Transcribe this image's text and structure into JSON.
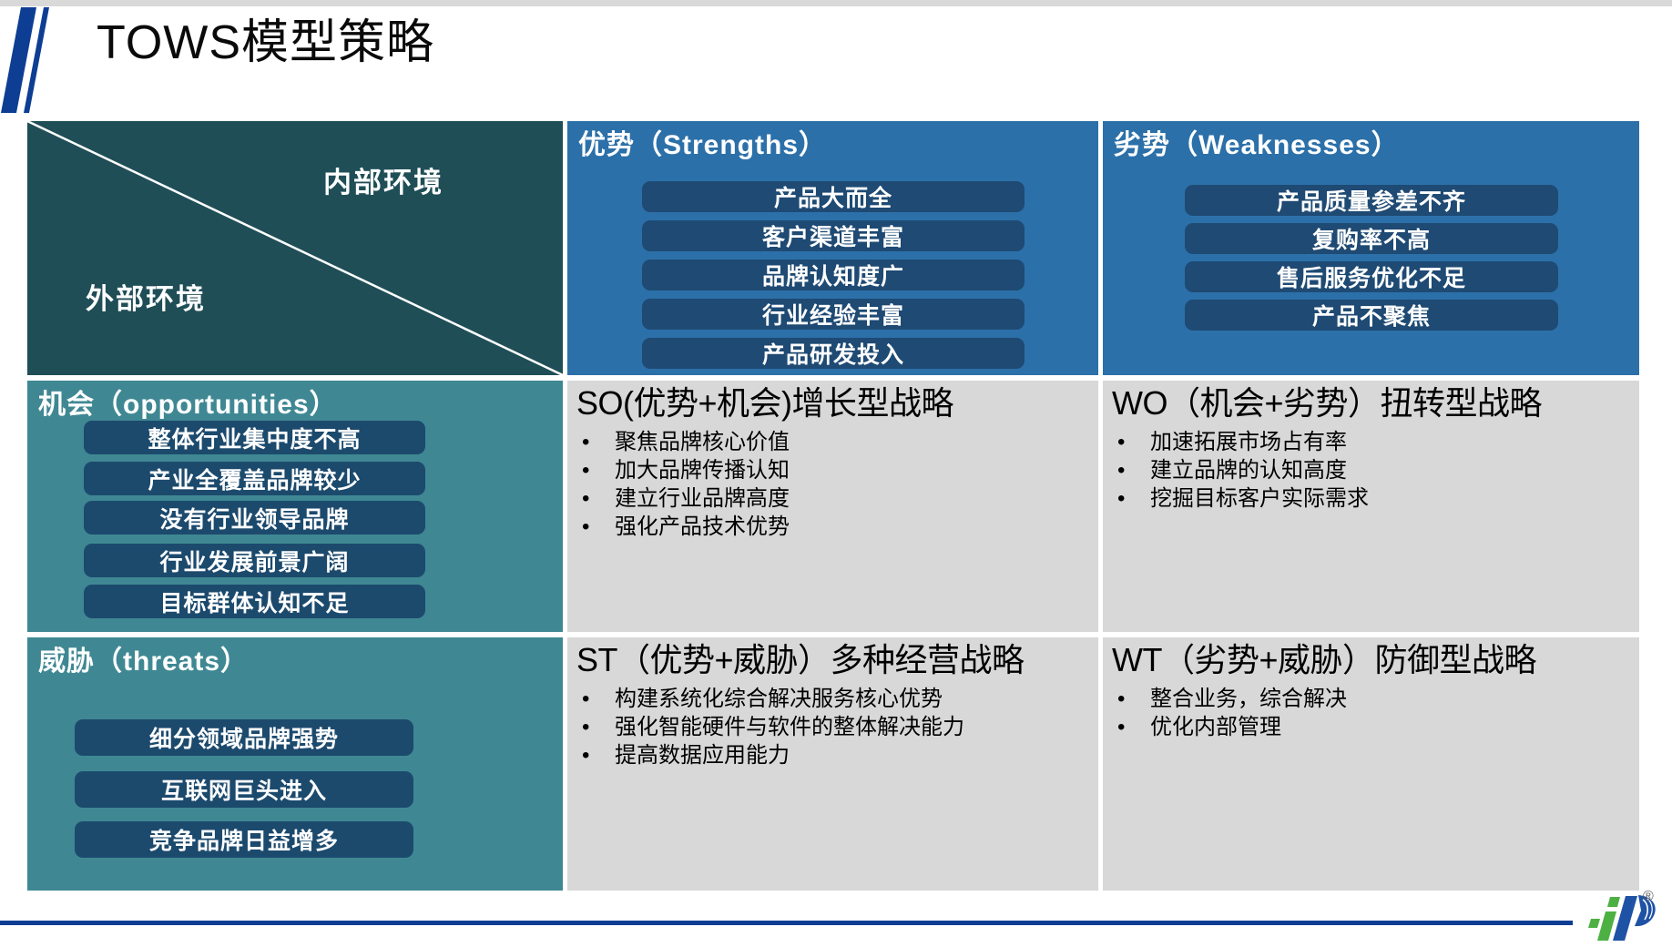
{
  "page": {
    "title": "TOWS模型策略"
  },
  "matrix": {
    "corner": {
      "internal": "内部环境",
      "external": "外部环境"
    },
    "strengths": {
      "header": "优势（Strengths）",
      "items": [
        "产品大而全",
        "客户渠道丰富",
        "品牌认知度广",
        "行业经验丰富",
        "产品研发投入"
      ]
    },
    "weaknesses": {
      "header": "劣势（Weaknesses）",
      "items": [
        "产品质量参差不齐",
        "复购率不高",
        "售后服务优化不足",
        "产品不聚焦"
      ]
    },
    "opportunities": {
      "header": "机会（opportunities）",
      "items": [
        "整体行业集中度不高",
        "产业全覆盖品牌较少",
        "没有行业领导品牌",
        "行业发展前景广阔",
        "目标群体认知不足"
      ]
    },
    "threats": {
      "header": "威胁（threats）",
      "items": [
        "细分领域品牌强势",
        "互联网巨头进入",
        "竞争品牌日益增多"
      ]
    },
    "so": {
      "header": "SO(优势+机会)增长型战略",
      "bullets": [
        "聚焦品牌核心价值",
        "加大品牌传播认知",
        "建立行业品牌高度",
        "强化产品技术优势"
      ]
    },
    "wo": {
      "header": "WO（机会+劣势）扭转型战略",
      "bullets": [
        "加速拓展市场占有率",
        "建立品牌的认知高度",
        "挖掘目标客户实际需求"
      ]
    },
    "st": {
      "header": "ST（优势+威胁）多种经营战略",
      "bullets": [
        "构建系统化综合解决服务核心优势",
        "强化智能硬件与软件的整体解决能力",
        "提高数据应用能力"
      ]
    },
    "wt": {
      "header": "WT（劣势+威胁）防御型战略",
      "bullets": [
        "整合业务，综合解决",
        "优化内部管理"
      ]
    }
  },
  "footer": {
    "trademark": "®"
  },
  "colors": {
    "dark_teal": "#1f4e57",
    "blue_cell": "#2c70a9",
    "teal_cell": "#3f8893",
    "gray_cell": "#d8d8d8",
    "pill_navy": "#1e4a73",
    "accent_blue": "#0d3e94",
    "logo_green": "#4db043",
    "logo_blue": "#1e52a5"
  }
}
